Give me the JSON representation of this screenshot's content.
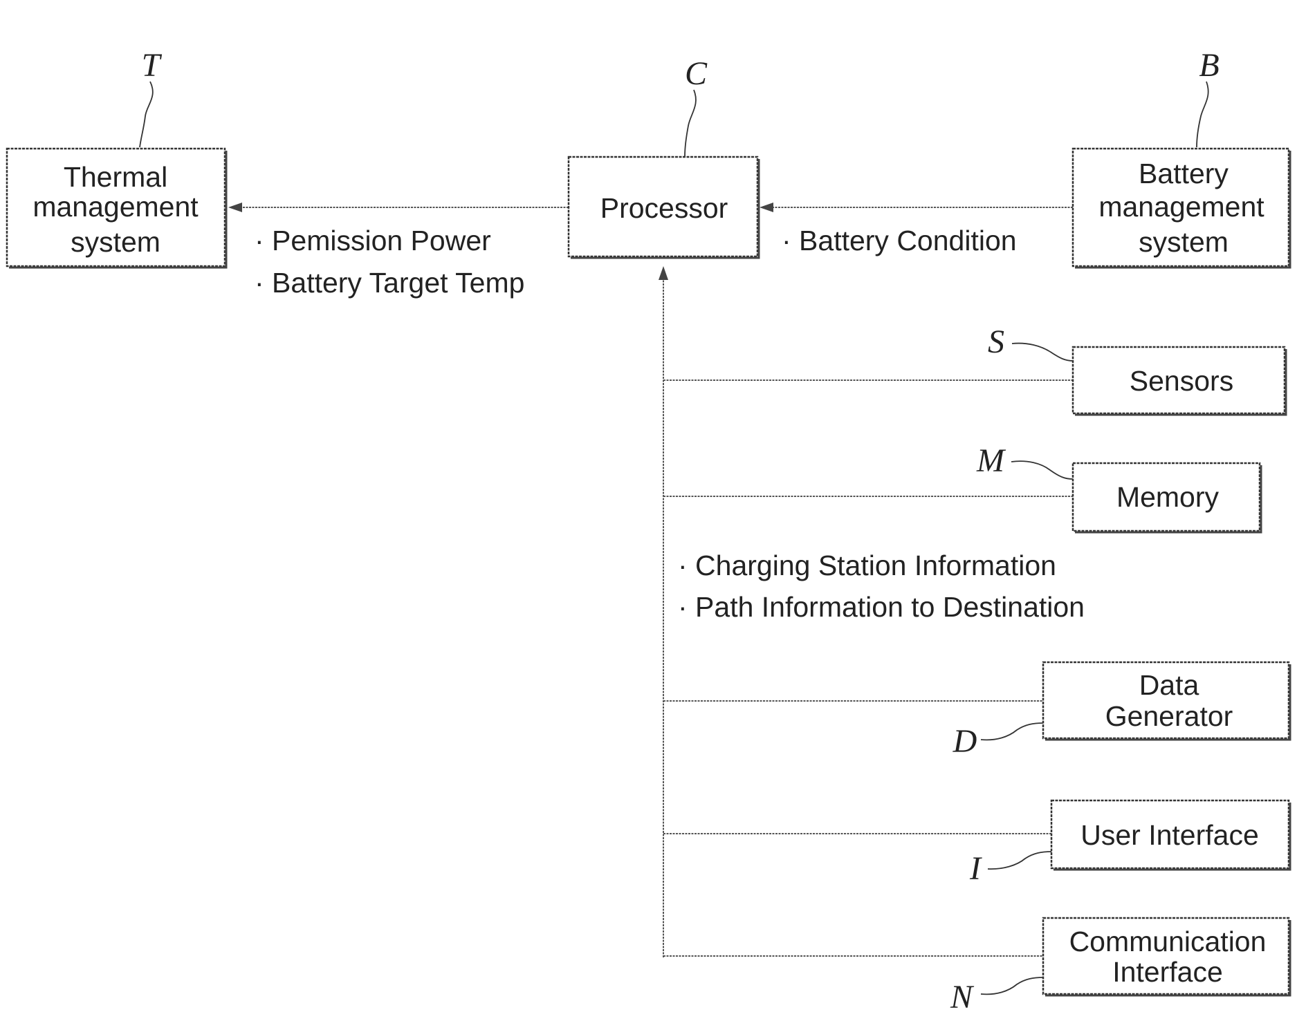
{
  "blocks": {
    "thermal": {
      "ref": "T",
      "lines": [
        "Thermal",
        "management",
        "system"
      ]
    },
    "processor": {
      "ref": "C",
      "lines": [
        "Processor"
      ]
    },
    "battery": {
      "ref": "B",
      "lines": [
        "Battery",
        "management",
        "system"
      ]
    },
    "sensors": {
      "ref": "S",
      "lines": [
        "Sensors"
      ]
    },
    "memory": {
      "ref": "M",
      "lines": [
        "Memory"
      ]
    },
    "data_generator": {
      "ref": "D",
      "lines": [
        "Data",
        "Generator"
      ]
    },
    "user_interface": {
      "ref": "I",
      "lines": [
        "User Interface"
      ]
    },
    "communication": {
      "ref": "N",
      "lines": [
        "Communication",
        "Interface"
      ]
    }
  },
  "annotations": {
    "to_thermal": [
      "· Pemission Power",
      "· Battery Target Temp"
    ],
    "from_battery": [
      "· Battery Condition"
    ],
    "bus": [
      "· Charging Station Information",
      "· Path Information to Destination"
    ]
  },
  "colors": {
    "stroke": "#333333",
    "text": "#222222",
    "background": "#ffffff"
  }
}
